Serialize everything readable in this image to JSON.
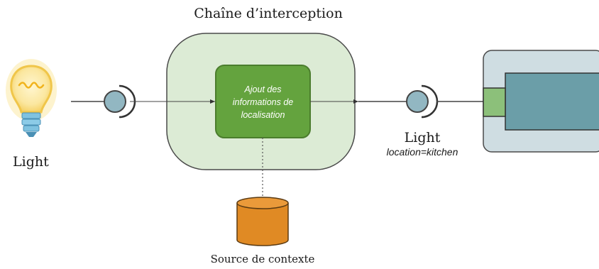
{
  "diagram": {
    "title": "Chaîne d’interception",
    "processor": {
      "line1": "Ajout des",
      "line2": "informations de",
      "line3": "localisation"
    },
    "source_light_label": "Light",
    "output_light_label": "Light",
    "output_property": "location=kitchen",
    "context_source_label": "Source de contexte"
  },
  "icons": {
    "bulb": "light-bulb-icon",
    "database": "database-cylinder-icon"
  },
  "colors": {
    "chain_fill": "#dcebd5",
    "chain_stroke": "#4a4a4a",
    "processor_fill": "#64a33e",
    "processor_stroke": "#4b7d2d",
    "service_port": "#92b7c2",
    "database_fill": "#e08a24",
    "consumer_fill": "#cfdde2",
    "consumer_screen": "#6b9ea8",
    "consumer_port": "#8cc07a",
    "bulb_glow": "#f6d36a"
  }
}
